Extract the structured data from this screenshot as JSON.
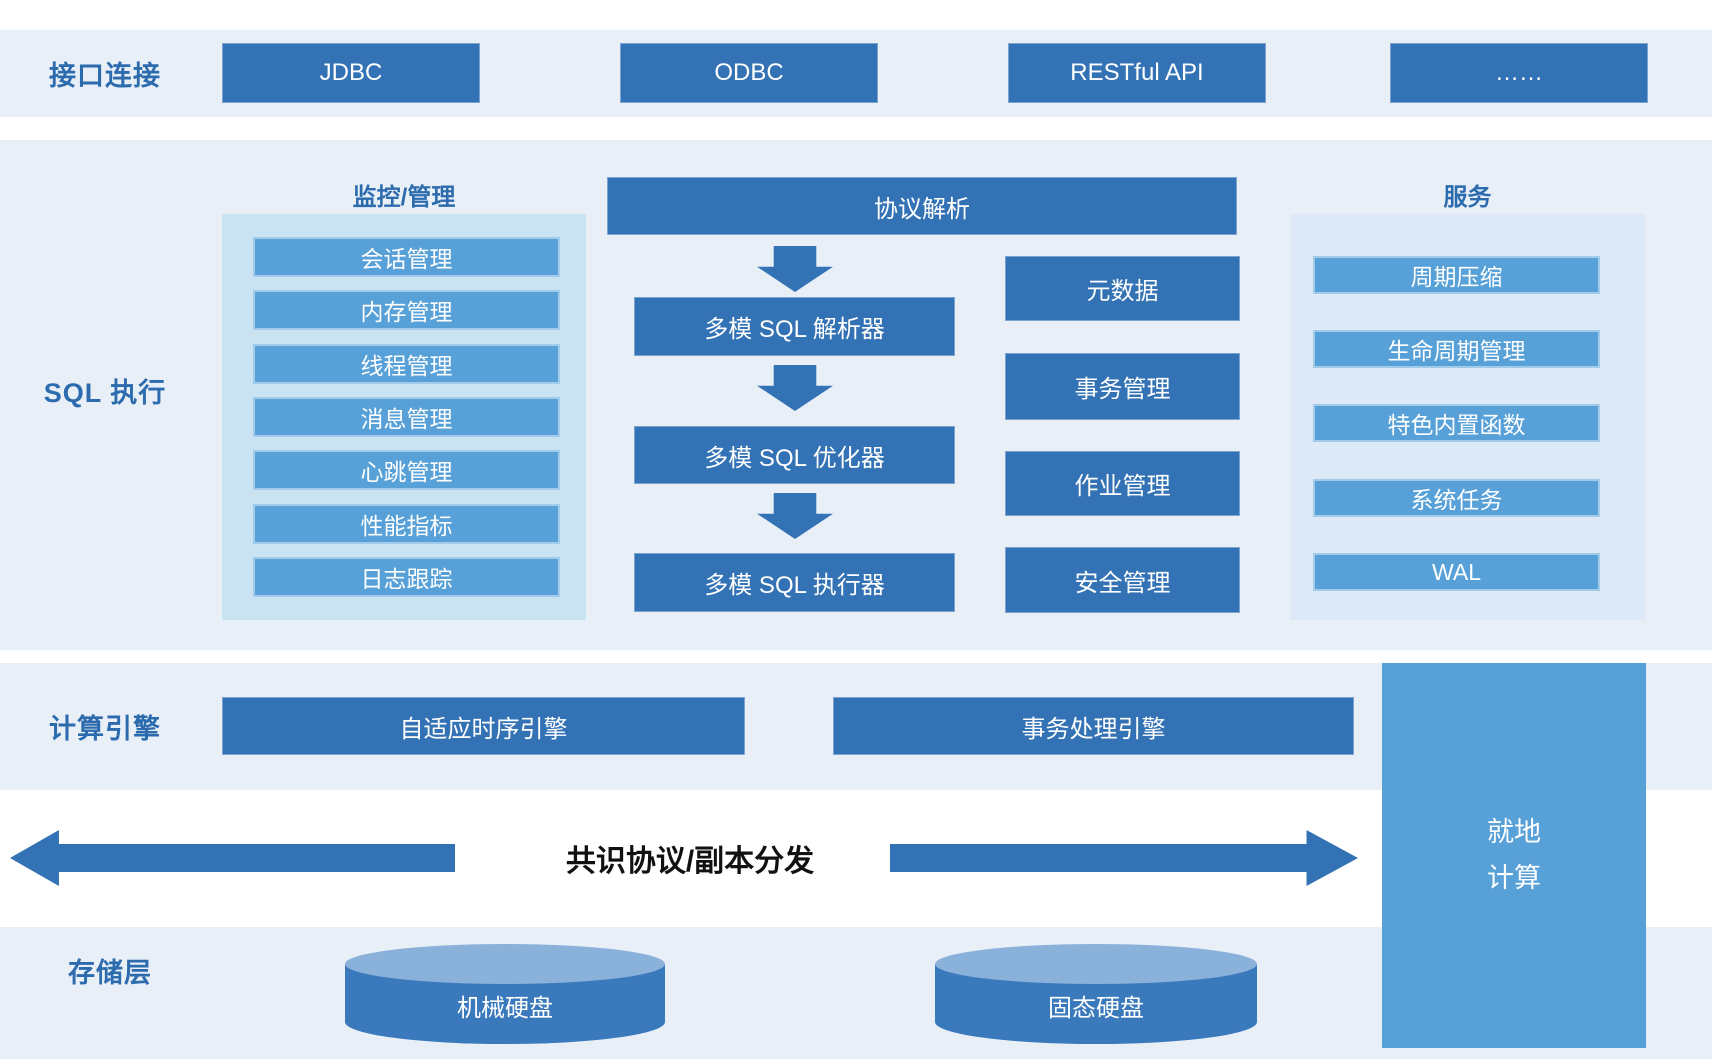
{
  "layers": {
    "interface": {
      "label": "接口连接",
      "boxes": [
        "JDBC",
        "ODBC",
        "RESTful API",
        "……"
      ]
    },
    "sql": {
      "label": "SQL 执行",
      "monitoring": {
        "title": "监控/管理",
        "items": [
          "会话管理",
          "内存管理",
          "线程管理",
          "消息管理",
          "心跳管理",
          "性能指标",
          "日志跟踪"
        ]
      },
      "pipeline": {
        "protocol": "协议解析",
        "parser": "多模 SQL 解析器",
        "optimizer": "多模 SQL 优化器",
        "executor": "多模 SQL 执行器"
      },
      "management": {
        "metadata": "元数据",
        "transaction": "事务管理",
        "job": "作业管理",
        "security": "安全管理"
      },
      "services": {
        "title": "服务",
        "items": [
          "周期压缩",
          "生命周期管理",
          "特色内置函数",
          "系统任务",
          "WAL"
        ]
      }
    },
    "compute": {
      "label": "计算引擎",
      "timeseries_engine": "自适应时序引擎",
      "transaction_engine": "事务处理引擎"
    },
    "replication": {
      "label": "共识协议/副本分发"
    },
    "storage": {
      "label": "存储层",
      "hdd": "机械硬盘",
      "ssd": "固态硬盘"
    },
    "inplace": {
      "line1": "就地",
      "line2": "计算"
    }
  },
  "colors": {
    "band_bg": "#e9eff7",
    "box_blue": "#3372b4",
    "item_blue": "#57a0d8",
    "monitor_container": "#c9e3f3",
    "services_container": "#dde9f7",
    "label_blue": "#2c6bae",
    "cylinder_body": "#3a79bc",
    "cylinder_top": "#8ab1da",
    "consensus_text": "#111111"
  }
}
